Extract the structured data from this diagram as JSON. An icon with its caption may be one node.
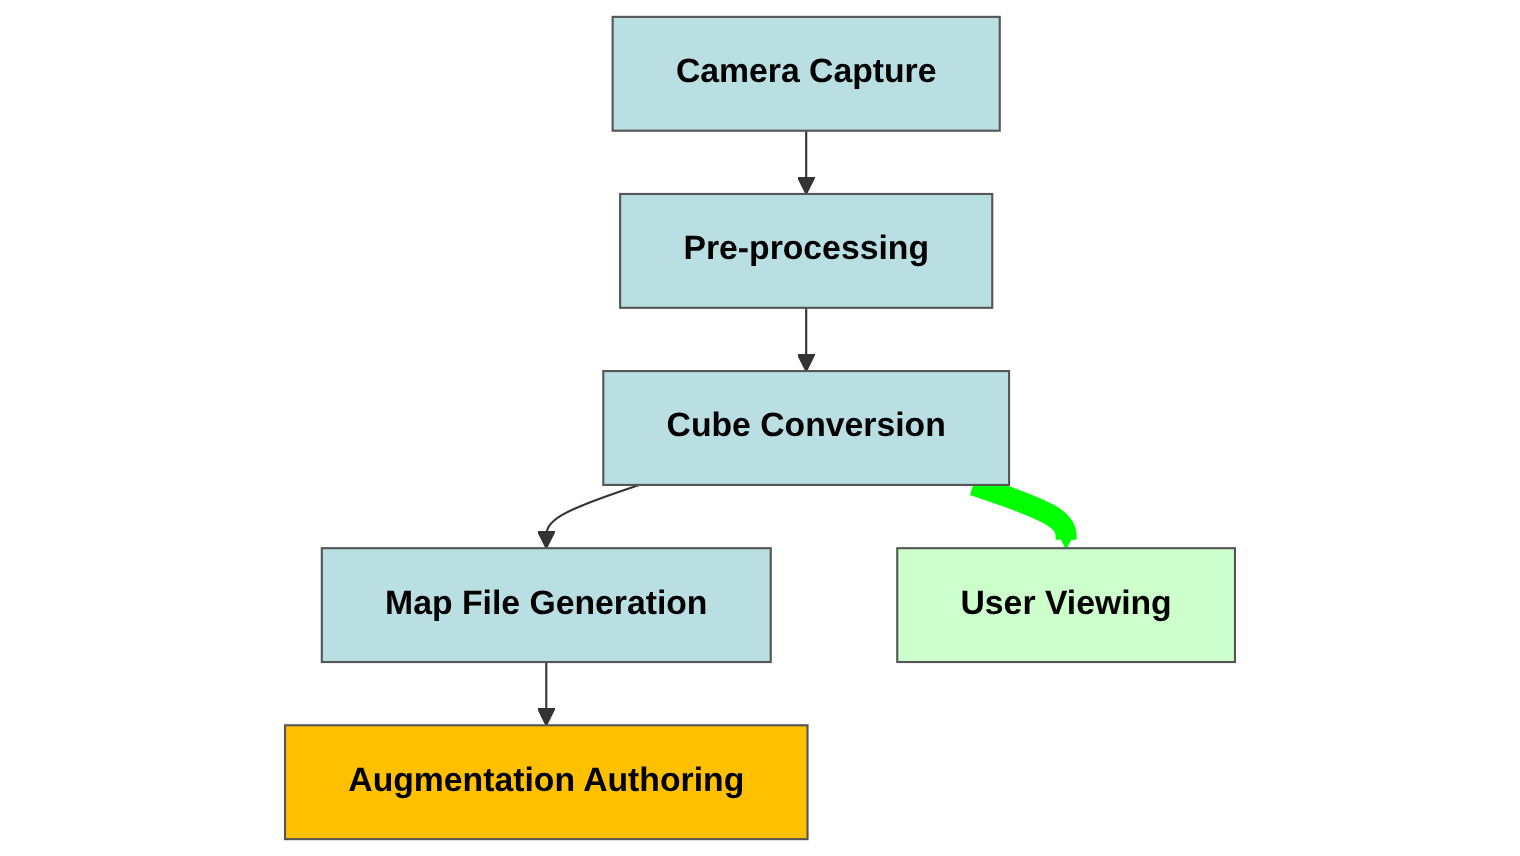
{
  "diagram": {
    "nodes": [
      {
        "text": [
          "Camera Capture"
        ]
      },
      {
        "text": [
          "Pre-processing"
        ]
      },
      {
        "text": [
          "Cube Conversion"
        ]
      },
      {
        "text": [
          "Map File Generation"
        ]
      },
      {
        "text": [
          "Augmentation Authoring"
        ]
      },
      {
        "text": [
          "User Viewing"
        ]
      }
    ],
    "edges": [
      {
        "from": 0,
        "to": 1,
        "arrow": "to"
      },
      {
        "from": 1,
        "to": 2,
        "arrow": "to"
      },
      {
        "from": 2,
        "to": 3,
        "arrow": "to"
      },
      {
        "from": 3,
        "to": 4,
        "arrow": "to"
      },
      {
        "from": 2,
        "to": 5,
        "arrow": "to",
        "style": "thick",
        "color": "#00ff00"
      }
    ]
  }
}
